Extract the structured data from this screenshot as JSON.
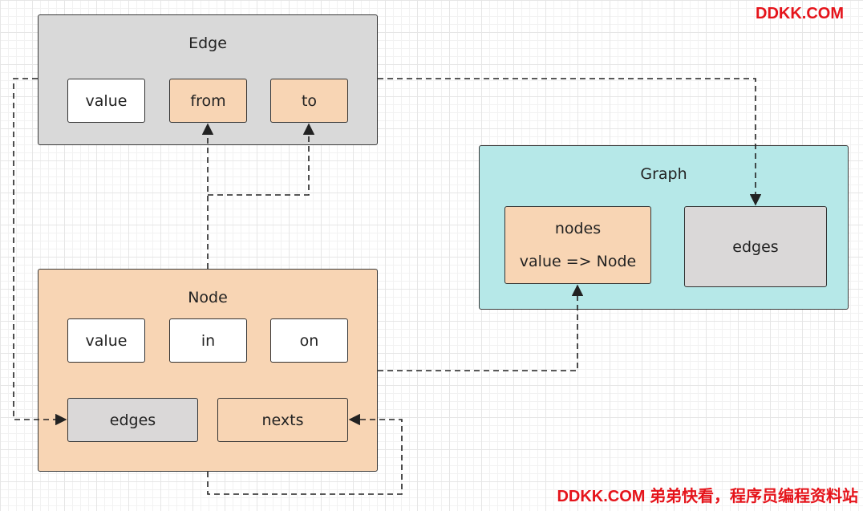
{
  "watermark": {
    "top": "DDKK.COM",
    "bottom": "DDKK.COM 弟弟快看，程序员编程资料站",
    "color": "#e5141b"
  },
  "edge": {
    "title": "Edge",
    "fields": [
      "value",
      "from",
      "to"
    ],
    "fill": "#d9d9d9"
  },
  "node": {
    "title": "Node",
    "fields": [
      "value",
      "in",
      "on"
    ],
    "edges_label": "edges",
    "nexts_label": "nexts",
    "fill": "#f8d5b4"
  },
  "graph": {
    "title": "Graph",
    "nodes_label": "nodes",
    "nodes_map": "value => Node",
    "edges_label": "edges",
    "fill": "#b6e8e8"
  }
}
